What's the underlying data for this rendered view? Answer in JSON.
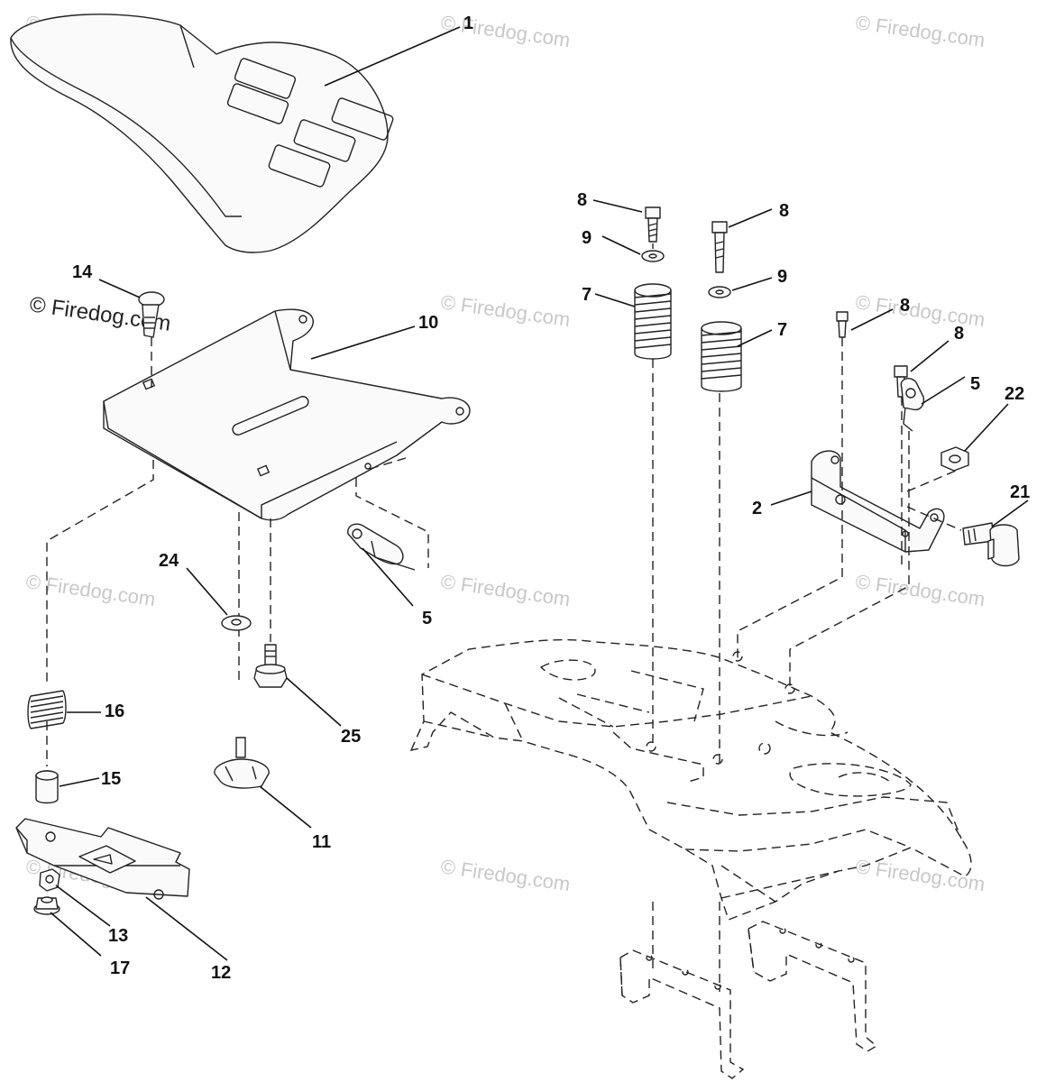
{
  "watermark": {
    "text": "© Firedog.com",
    "color": "#c8c8c8"
  },
  "copyright_mark": "© Firedog.com",
  "callouts": {
    "c1": "1",
    "c2": "2",
    "c5a": "5",
    "c5b": "5",
    "c7a": "7",
    "c7b": "7",
    "c8a": "8",
    "c8b": "8",
    "c8c": "8",
    "c8d": "8",
    "c9a": "9",
    "c9b": "9",
    "c10": "10",
    "c11": "11",
    "c12": "12",
    "c13": "13",
    "c14": "14",
    "c15": "15",
    "c16": "16",
    "c17": "17",
    "c21": "21",
    "c22": "22",
    "c24": "24",
    "c25": "25"
  },
  "parts": [
    "seat",
    "seat-pan",
    "carriage-bolt",
    "compression-spring",
    "spacer",
    "slide-plate",
    "washer",
    "hex-nut",
    "shoulder-bolt",
    "knob",
    "hitch-pin-clip",
    "mounting-bracket",
    "hex-bolt",
    "flat-washer",
    "coil-spring",
    "fender-assembly"
  ]
}
